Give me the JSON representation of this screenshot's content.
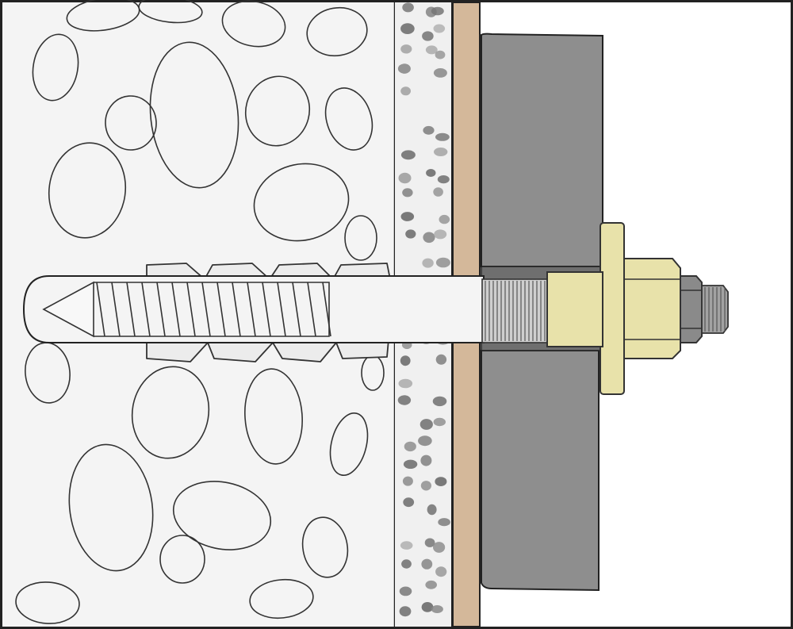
{
  "figure": {
    "kind": "anchor-installation-cross-section",
    "labels": []
  },
  "palette": {
    "background": "#ffffff",
    "outline": "#222222",
    "pebble_stroke": "#333333",
    "concrete": "#f3f3f3",
    "plaster": "#eeeeee",
    "plaster_speckle": "#777777",
    "board": "#d4b89a",
    "plate": "#8e8e8e",
    "plate_dark": "#6b6b6b",
    "rod": "#f0f0f0",
    "thread": "#cfcfcf",
    "washer": "#e6e0a8",
    "nut": "#e6e0a8",
    "lock_nut": "#8a8a8a",
    "rod_end": "#9a9a9a"
  },
  "components": [
    {
      "name": "base-concrete"
    },
    {
      "name": "plaster-layer"
    },
    {
      "name": "wooden-board"
    },
    {
      "name": "mounting-plate"
    },
    {
      "name": "anchor-sleeve"
    },
    {
      "name": "threaded-rod"
    },
    {
      "name": "washer"
    },
    {
      "name": "hex-nut"
    },
    {
      "name": "lock-nut"
    }
  ]
}
